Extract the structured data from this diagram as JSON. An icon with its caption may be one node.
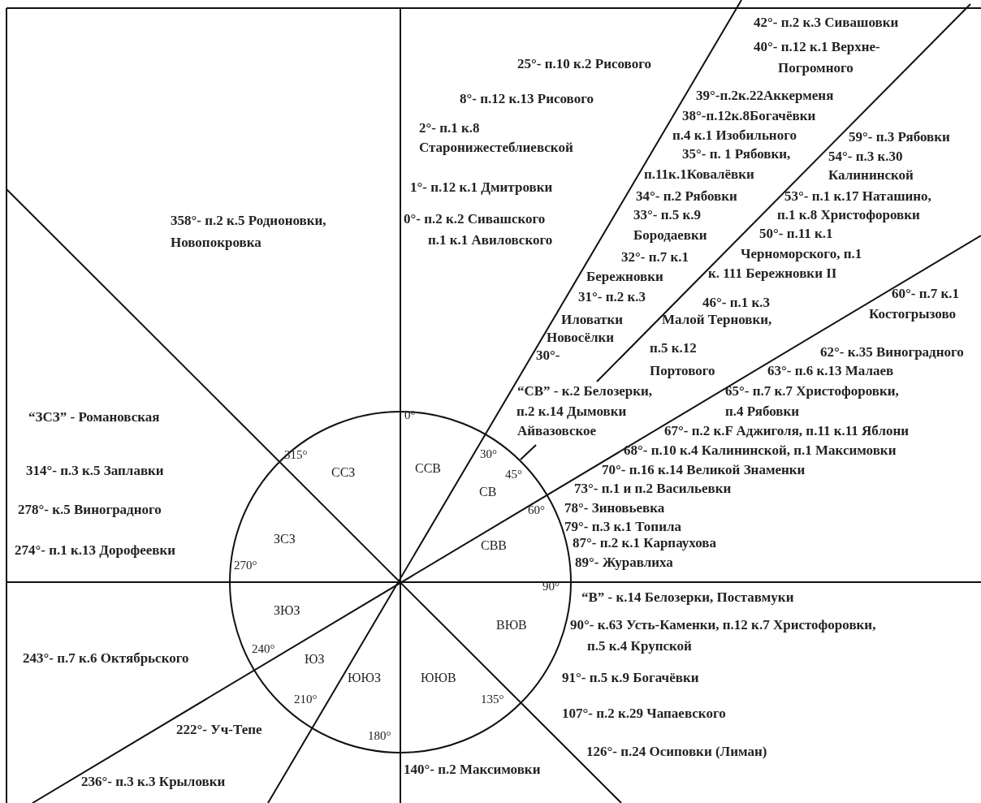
{
  "diagram": {
    "labels": [
      "42°- п.2 к.3 Сивашовки",
      "40°- п.12 к.1 Верхне-",
      "Погромного",
      "25°- п.10 к.2 Рисового",
      "8°- п.12 к.13 Рисового",
      "39°-п.2к.22Аккерменя",
      "38°-п.12к.8Богачёвки",
      "2°- п.1 к.8",
      "п.4 к.1 Изобильного",
      "59°- п.3 Рябовки",
      "35°- п. 1 Рябовки,",
      "Старонижестеблиевской",
      "54°- п.3 к.30",
      "п.11к.1Ковалёвки",
      "Калининской",
      "1°- п.12 к.1 Дмитровки",
      "34°- п.2 Рябовки",
      "53°- п.1 к.17 Наташино,",
      "358°- п.2 к.5 Родионовки,",
      "0°- п.2 к.2 Сивашского",
      "33°- п.5 к.9",
      "п.1 к.8 Христофоровки",
      "50°- п.11 к.1",
      "Бородаевки",
      "Новопокровка",
      "п.1 к.1 Авиловского",
      "32°- п.7 к.1",
      "Черноморского, п.1",
      "Бережновки",
      "к. 111 Бережновки II",
      "31°- п.2 к.3",
      "46°- п.1 к.3",
      "60°- п.7 к.1",
      "Иловатки",
      "Малой Терновки,",
      "Костогрызово",
      "Новосёлки",
      "30°-",
      "п.5 к.12",
      "62°- к.35 Виноградного",
      "Портового",
      "63°- п.6 к.13 Малаев",
      "“СВ” - к.2 Белозерки,",
      "65°- п.7 к.7 Христофоровки,",
      "п.2 к.14 Дымовки",
      "п.4 Рябовки",
      "“ЗСЗ” - Романовская",
      "0°",
      "Айвазовское",
      "67°- п.2 к.F Аджиголя, п.11 к.11 Яблони",
      "315°",
      "30°",
      "68°- п.10 к.4 Калининской, п.1 Максимовки",
      "314°- п.3 к.5 Заплавки",
      "ССЗ",
      "ССВ",
      "45°",
      "70°- п.16 к.14 Великой Знаменки",
      "СВ",
      "73°- п.1 и п.2 Васильевки",
      "278°- к.5 Виноградного",
      "60°",
      "78°- Зиновьевка",
      "79°- п.3 к.1 Топила",
      "ЗСЗ",
      "СВВ",
      "87°- п.2 к.1 Карпаухова",
      "274°- п.1 к.13 Дорофеевки",
      "89°- Журавлиха",
      "270°",
      "90°",
      "“В” - к.14 Белозерки, Поставмуки",
      "ЗЮЗ",
      "ВЮВ",
      "90°- к.63 Усть-Каменки, п.12 к.7 Христофоровки,",
      "п.5 к.4 Крупской",
      "240°",
      "243°- п.7 к.6 Октябрьского",
      "ЮЗ",
      "ЮЮЗ",
      "ЮЮВ",
      "91°- п.5 к.9 Богачёвки",
      "210°",
      "135°",
      "107°- п.2 к.29 Чапаевского",
      "222°- Уч-Тепе",
      "180°",
      "126°- п.24 Осиповки (Лиман)",
      "140°- п.2 Максимовки",
      "236°- п.3 к.3 Крыловки"
    ]
  }
}
